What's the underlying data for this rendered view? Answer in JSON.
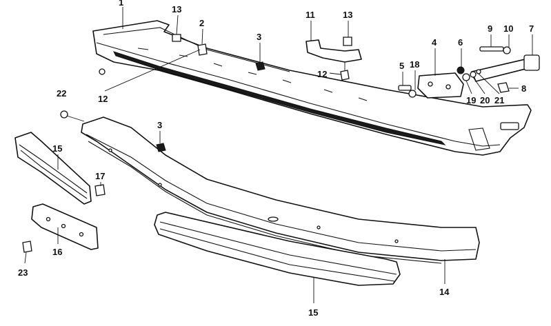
{
  "diagram": {
    "part_labels": [
      {
        "id": "p1",
        "text": "1"
      },
      {
        "id": "p13a",
        "text": "13"
      },
      {
        "id": "p2",
        "text": "2"
      },
      {
        "id": "p11",
        "text": "11"
      },
      {
        "id": "p13b",
        "text": "13"
      },
      {
        "id": "p3a",
        "text": "3"
      },
      {
        "id": "p9",
        "text": "9"
      },
      {
        "id": "p10",
        "text": "10"
      },
      {
        "id": "p7",
        "text": "7"
      },
      {
        "id": "p4",
        "text": "4"
      },
      {
        "id": "p6",
        "text": "6"
      },
      {
        "id": "p5",
        "text": "5"
      },
      {
        "id": "p18",
        "text": "18"
      },
      {
        "id": "p12a",
        "text": "12"
      },
      {
        "id": "p12b",
        "text": "12"
      },
      {
        "id": "p8",
        "text": "8"
      },
      {
        "id": "p19",
        "text": "19"
      },
      {
        "id": "p20",
        "text": "20"
      },
      {
        "id": "p21",
        "text": "21"
      },
      {
        "id": "p22",
        "text": "22"
      },
      {
        "id": "p3b",
        "text": "3"
      },
      {
        "id": "p15a",
        "text": "15"
      },
      {
        "id": "p17",
        "text": "17"
      },
      {
        "id": "p16",
        "text": "16"
      },
      {
        "id": "p23",
        "text": "23"
      },
      {
        "id": "p15b",
        "text": "15"
      },
      {
        "id": "p14",
        "text": "14"
      }
    ]
  }
}
